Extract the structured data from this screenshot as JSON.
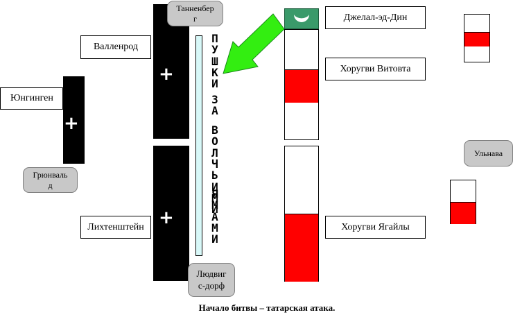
{
  "labels": {
    "wallenrod": "Валленрод",
    "jungingen": "Юнгинген",
    "lichtenstein": "Лихтенштейн",
    "jalal": "Джелал-эд-Дин",
    "vitovt": "Хоругви Витовта",
    "jagiello": "Хоругви Ягайлы"
  },
  "places": {
    "tannenberg_line1": "Танненбер",
    "tannenberg_line2": "г",
    "grunwald_line1": "Грюнваль",
    "grunwald_line2": "д",
    "ludwigsdorf_line1": "Людвиг",
    "ludwigsdorf_line2": "с-дорф",
    "ulnava": "Ульнава"
  },
  "symbols": {
    "cross": "+",
    "crescent": "☾"
  },
  "vertical_text": {
    "word1": [
      "П",
      "У",
      "Ш",
      "К",
      "И"
    ],
    "word2": [
      "З",
      "А"
    ],
    "word3": [
      "В",
      "О",
      "Л",
      "Ч",
      "Ь",
      "И",
      "М",
      "И"
    ],
    "word4": [
      "Я",
      "М",
      "А",
      "М",
      "И"
    ]
  },
  "caption": "Начало битвы – татарская атака.",
  "colors": {
    "banner_red": "#ff0000",
    "tatar_green": "#3a9a6a",
    "arrow_green": "#33ee11",
    "ditch_fill": "#d8f8f8",
    "place_gray": "#c8c8c8"
  }
}
